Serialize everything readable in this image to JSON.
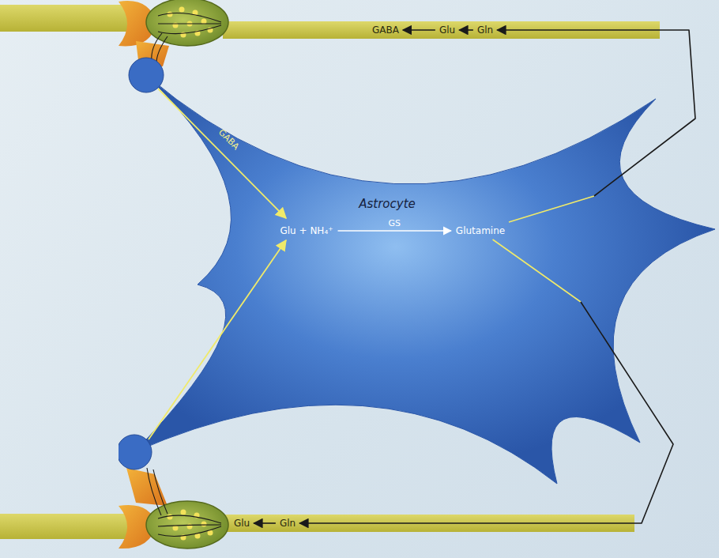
{
  "diagram": {
    "nodes": [
      {
        "text": [
          "Astrocyte"
        ]
      },
      {
        "text": [
          "Glu + NH₄⁺"
        ],
        "in": 0
      },
      {
        "text": [
          "Glutamine"
        ],
        "in": 0
      },
      {
        "text": [
          "GABA"
        ]
      },
      {
        "text": [
          "Glu"
        ]
      },
      {
        "text": [
          "Gln"
        ]
      },
      {
        "text": [
          "Glu"
        ]
      },
      {
        "text": [
          "Gln"
        ]
      }
    ],
    "edges": [
      {
        "from": 1,
        "to": 2,
        "arrow": "to",
        "label": "GS"
      },
      {
        "from": 5,
        "to": 4,
        "arrow": "to"
      },
      {
        "from": 4,
        "to": 3,
        "arrow": "to"
      },
      {
        "from": 7,
        "to": 6,
        "arrow": "to"
      },
      {
        "from": 2,
        "to": 5,
        "arrow": "to"
      },
      {
        "from": 2,
        "to": 7,
        "arrow": "to"
      }
    ],
    "labels": [
      "GABA"
    ]
  }
}
